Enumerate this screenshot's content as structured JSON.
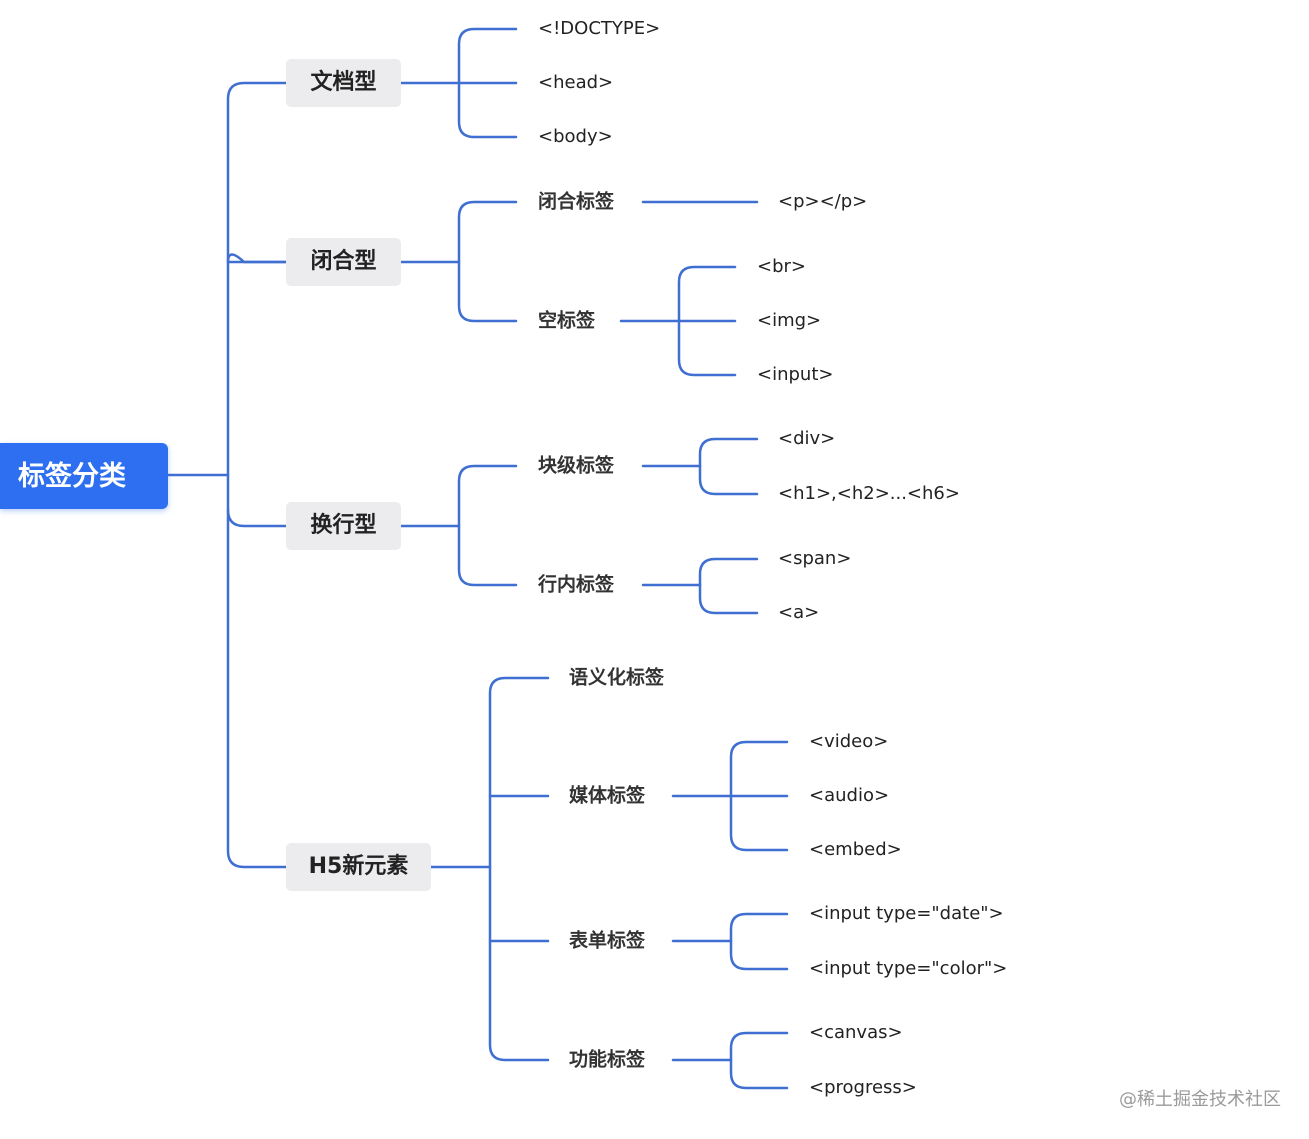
{
  "root": "标签分类",
  "categories": {
    "doc": {
      "label": "文档型",
      "items": [
        "<!DOCTYPE>",
        "<head>",
        "<body>"
      ]
    },
    "closed": {
      "label": "闭合型",
      "closed_tag": {
        "label": "闭合标签",
        "items": [
          "<p></p>"
        ]
      },
      "empty_tag": {
        "label": "空标签",
        "items": [
          "<br>",
          "<img>",
          "<input>"
        ]
      }
    },
    "line": {
      "label": "换行型",
      "block": {
        "label": "块级标签",
        "items": [
          "<div>",
          "<h1>,<h2>...<h6>"
        ]
      },
      "inline": {
        "label": "行内标签",
        "items": [
          "<span>",
          "<a>"
        ]
      }
    },
    "h5": {
      "label": "H5新元素",
      "semantic": {
        "label": "语义化标签"
      },
      "media": {
        "label": "媒体标签",
        "items": [
          "<video>",
          "<audio>",
          "<embed>"
        ]
      },
      "form": {
        "label": "表单标签",
        "items": [
          "<input type=\"date\">",
          "<input type=\"color\">"
        ]
      },
      "func": {
        "label": "功能标签",
        "items": [
          "<canvas>",
          "<progress>"
        ]
      }
    }
  },
  "watermark": "@稀土掘金技术社区",
  "colors": {
    "root": "#2d6ff0",
    "connector": "#3f6fd0",
    "category_bg": "#ececef"
  }
}
